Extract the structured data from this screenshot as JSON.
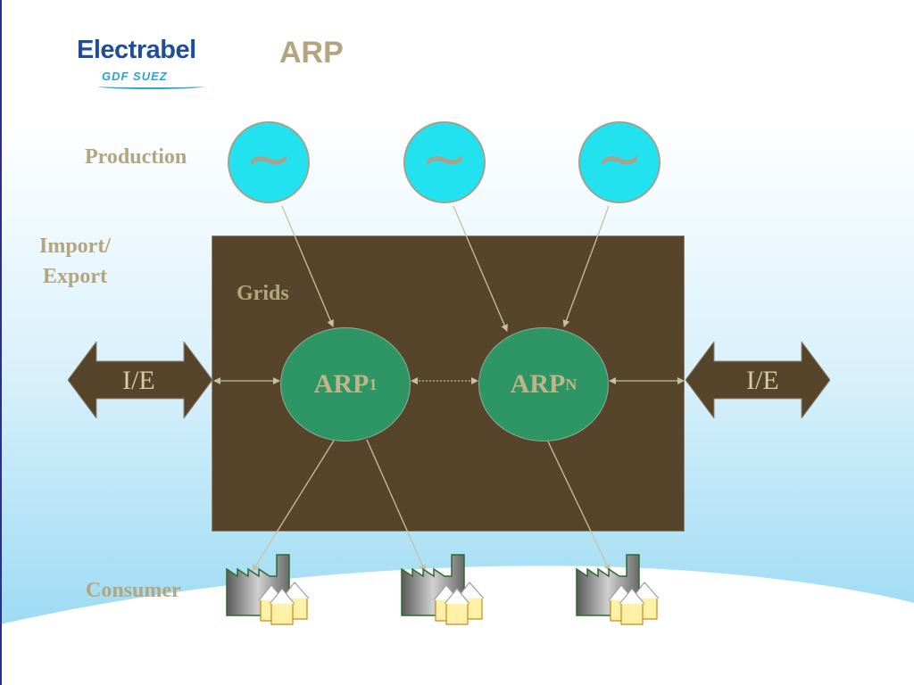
{
  "logo": {
    "brand": "Electrabel",
    "sub_brand": "GDF SUEZ"
  },
  "title": "ARP",
  "labels": {
    "production": "Production",
    "import_line1": "Import/",
    "import_line2": "Export",
    "grids": "Grids",
    "consumer": "Consumer"
  },
  "generator_symbol": "~",
  "arps": [
    {
      "base": "ARP",
      "subscript": "1"
    },
    {
      "base": "ARP",
      "subscript": "N"
    }
  ],
  "import_export": {
    "left": "I/E",
    "right": "I/E"
  },
  "colors": {
    "title": "#b3a57f",
    "grid_box": "#56452a",
    "generator": "#23e2f0",
    "arp": "#2e9664",
    "logo_blue": "#1e4d9b",
    "sky": "#8fd6f1"
  },
  "icons": [
    "factory-icon",
    "house-icon",
    "generator-icon"
  ]
}
